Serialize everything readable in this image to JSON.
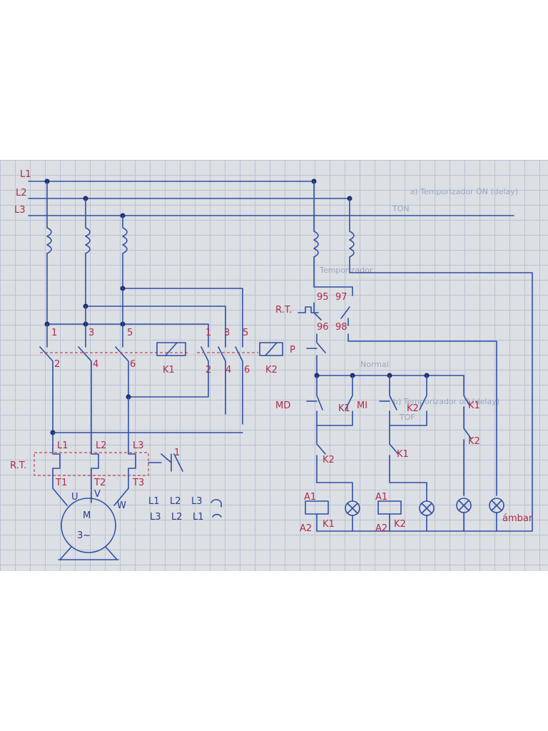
{
  "lines": {
    "l1": "L1",
    "l2": "L2",
    "l3": "L3"
  },
  "power": {
    "top_terminals": [
      "1",
      "3",
      "5"
    ],
    "bottom_terminals": [
      "2",
      "4",
      "6"
    ],
    "k1_coil": "K1",
    "k2_coil": "K2",
    "rev_top": [
      "1",
      "3",
      "5"
    ],
    "rev_bottom": [
      "2",
      "4",
      "6"
    ],
    "rt_label": "R.T.",
    "rt_in": [
      "L1",
      "L2",
      "L3"
    ],
    "rt_out": [
      "T1",
      "T2",
      "T3"
    ],
    "motor_terms": [
      "U",
      "V",
      "W"
    ],
    "motor_label": "M",
    "motor_sub": "3~",
    "phase_row1": [
      "L1",
      "L2",
      "L3"
    ],
    "phase_row2": [
      "L3",
      "L2",
      "L1"
    ]
  },
  "control": {
    "rt_label": "R.T.",
    "contacts_top": [
      "95",
      "97"
    ],
    "contacts_bottom": [
      "96",
      "98"
    ],
    "stop_label": "P",
    "md_label": "MD",
    "mi_label": "MI",
    "k1_hold": "K1",
    "k2_hold": "K2",
    "k1_interlock": "K2",
    "k2_interlock": "K1",
    "k1_lamp_contact": "K1",
    "k2_lamp_contact": "K2",
    "coil_a1": "A1",
    "coil_a2": "A2",
    "coil1_name": "K1",
    "coil2_name": "K2",
    "alarm_label": "ámbar"
  },
  "ghost_text": {
    "a": "a) Temporizador ON (delay)",
    "b": "b) Temporizador off (delay)",
    "ton": "TON",
    "tof": "TOF",
    "temporizador": "Temporizador",
    "normal": "Normal"
  }
}
